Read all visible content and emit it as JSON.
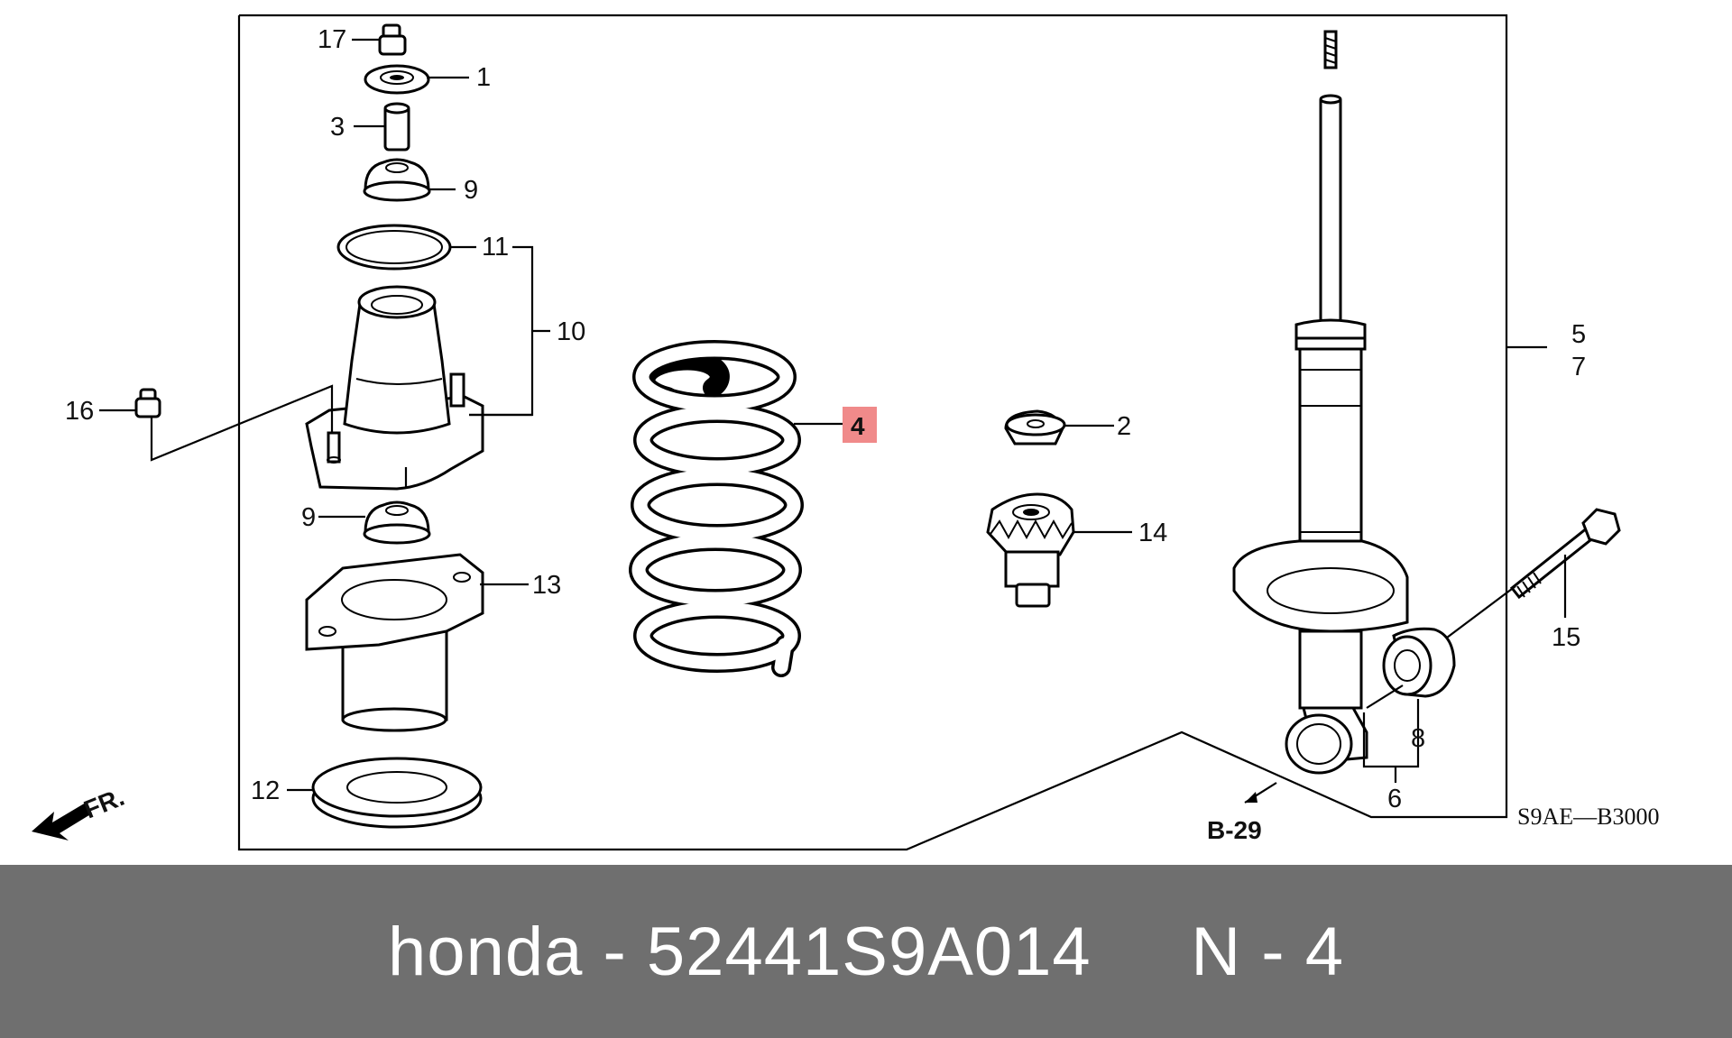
{
  "callouts": {
    "c17": "17",
    "c1": "1",
    "c3": "3",
    "c9a": "9",
    "c11": "11",
    "c10": "10",
    "c16": "16",
    "c9b": "9",
    "c13": "13",
    "c12": "12",
    "c4": "4",
    "c2": "2",
    "c14": "14",
    "c5": "5",
    "c7": "7",
    "c15": "15",
    "c8": "8",
    "c6": "6"
  },
  "direction_label": "FR.",
  "reference_label": "B-29",
  "diagram_code": "S9AE—B3000",
  "footer": {
    "text": "honda - 52441S9A014     N - 4"
  },
  "colors": {
    "highlight": "#f08a8a",
    "footer_background": "#6f6f6f",
    "footer_text": "#ffffff",
    "line_art": "#000000"
  }
}
